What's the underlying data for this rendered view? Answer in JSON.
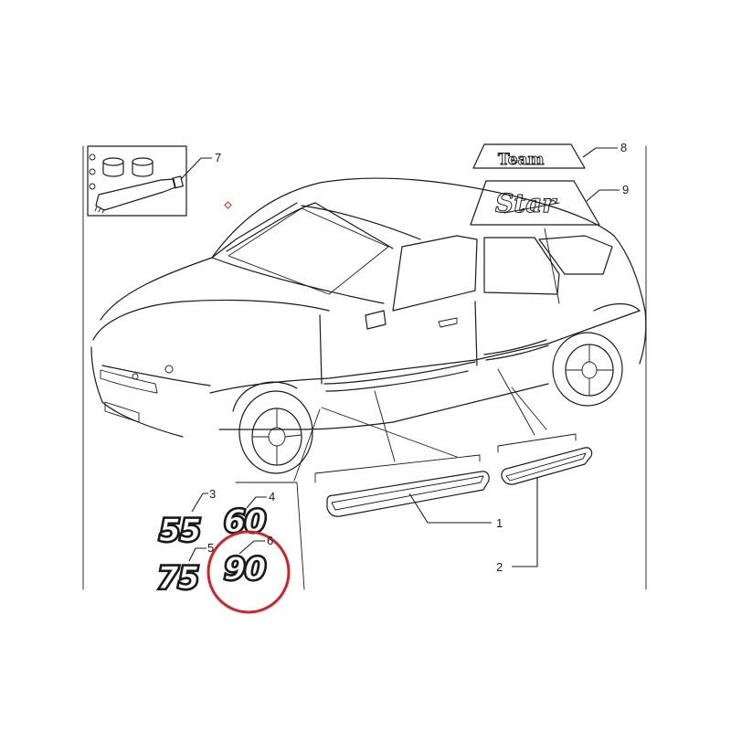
{
  "callouts": {
    "c1": "1",
    "c2": "2",
    "c3": "3",
    "c4": "4",
    "c5": "5",
    "c6": "6",
    "c7": "7",
    "c8": "8",
    "c9": "9"
  },
  "badges": {
    "b55": "55",
    "b60": "60",
    "b75": "75",
    "b90": "90"
  },
  "emblems": {
    "team": "Team",
    "star": "Star"
  },
  "colors": {
    "highlight": "#d42027",
    "ink": "#1a1a1a"
  }
}
